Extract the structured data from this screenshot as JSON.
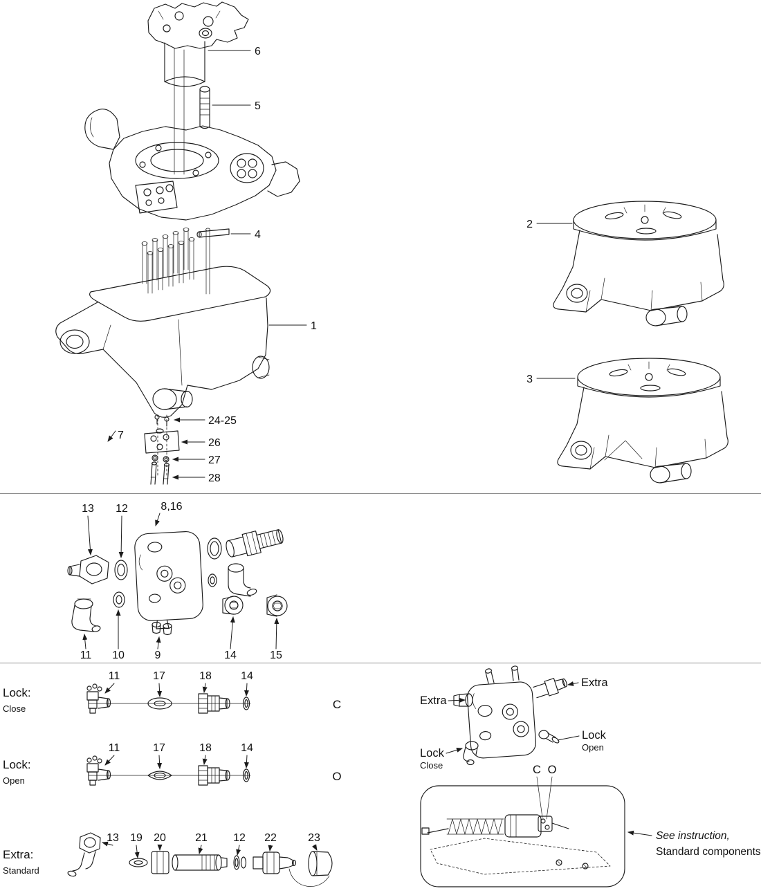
{
  "labels": {
    "top": {
      "n6": "6",
      "n5": "5",
      "n4": "4",
      "n1": "1",
      "n24_25": "24-25",
      "n7": "7",
      "n26": "26",
      "n27": "27",
      "n28": "28",
      "n2": "2",
      "n3": "3"
    },
    "valve": {
      "n13": "13",
      "n12": "12",
      "n8_16": "8,16",
      "n11": "11",
      "n10": "10",
      "n9": "9",
      "n14": "14",
      "n15": "15"
    },
    "lock_close": {
      "title": "Lock:",
      "sub": "Close",
      "n11": "11",
      "n17": "17",
      "n18": "18",
      "n14": "14",
      "letter": "C"
    },
    "lock_open": {
      "title": "Lock:",
      "sub": "Open",
      "n11": "11",
      "n17": "17",
      "n18": "18",
      "n14": "14",
      "letter": "O"
    },
    "extra_row": {
      "title": "Extra:",
      "sub": "Standard",
      "n13": "13",
      "n19": "19",
      "n20": "20",
      "n21": "21",
      "n12": "12",
      "n22": "22",
      "n23": "23"
    },
    "detail": {
      "extra_left": "Extra",
      "extra_right": "Extra",
      "lock_open_title": "Lock",
      "lock_open_sub": "Open",
      "lock_close_title": "Lock",
      "lock_close_sub": "Close",
      "c": "C",
      "o": "O",
      "note1": "See instruction,",
      "note2": "Standard components"
    }
  },
  "colors": {
    "ink": "#1b1b1b",
    "divider": "#8d8d8d",
    "background": "#ffffff"
  }
}
